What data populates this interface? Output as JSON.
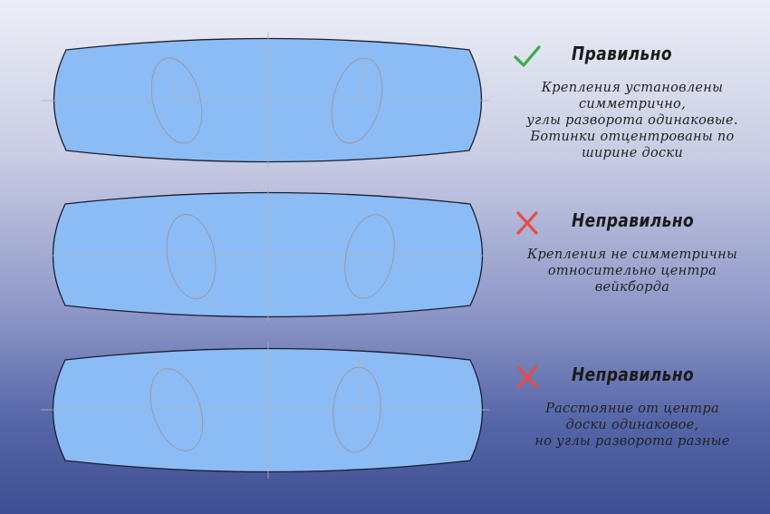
{
  "colors": {
    "board_fill": "#8bbcf6",
    "check": "#3bab47",
    "cross": "#e84c48"
  },
  "panels": [
    {
      "status": "correct",
      "icon": "check-icon",
      "title": "Правильно",
      "lines": [
        "Крепления установлены",
        "симметрично,",
        "углы разворота одинаковые.",
        "Ботинки отцентрованы по",
        "ширине доски"
      ]
    },
    {
      "status": "wrong",
      "icon": "cross-icon",
      "title": "Неправильно",
      "lines": [
        "Крепления не симметричны",
        "относительно центра",
        "вейкборда"
      ]
    },
    {
      "status": "wrong",
      "icon": "cross-icon",
      "title": "Неправильно",
      "lines": [
        "Расстояние от центра",
        "доски одинаковое,",
        "но углы разворота разные"
      ]
    }
  ]
}
